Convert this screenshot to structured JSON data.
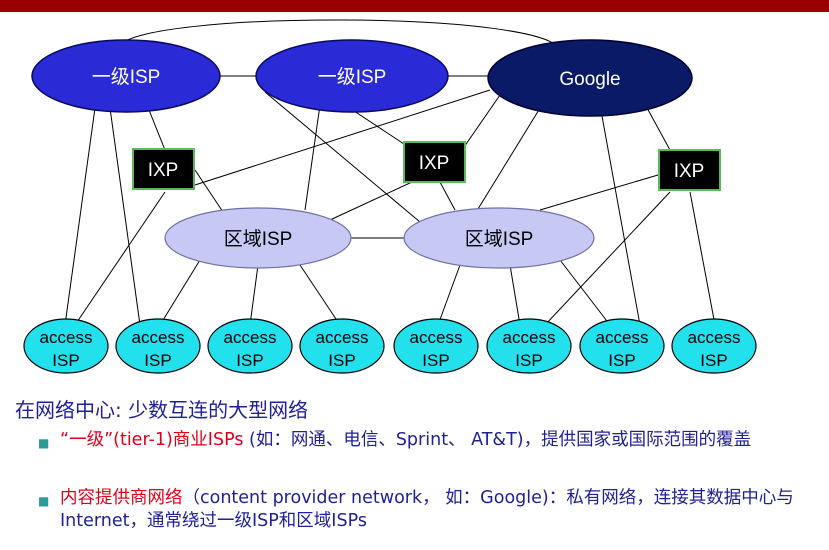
{
  "diagram": {
    "nodes": {
      "tier1_a": "一级ISP",
      "tier1_b": "一级ISP",
      "google": "Google",
      "ixp_1": "IXP",
      "ixp_2": "IXP",
      "ixp_3": "IXP",
      "regional_a": "区域ISP",
      "regional_b": "区域ISP",
      "access": [
        {
          "l1": "access",
          "l2": "ISP"
        },
        {
          "l1": "access",
          "l2": "ISP"
        },
        {
          "l1": "access",
          "l2": "ISP"
        },
        {
          "l1": "access",
          "l2": "ISP"
        },
        {
          "l1": "access",
          "l2": "ISP"
        },
        {
          "l1": "access",
          "l2": "ISP"
        },
        {
          "l1": "access",
          "l2": "ISP"
        },
        {
          "l1": "access",
          "l2": "ISP"
        }
      ]
    },
    "colors": {
      "tier1": "#2a2ad6",
      "google": "#0a1a66",
      "ixp": "#000000",
      "ixp_border": "#5cb85c",
      "regional": "#c8c8f4",
      "access": "#22e0ec",
      "header_bar": "#990000"
    }
  },
  "text": {
    "heading": "在网络中心: 少数互连的大型网络",
    "bullet1_red": "“一级”(tier-1)商业ISPs",
    "bullet1_rest": " (如：网通、电信、Sprint、 AT&T)，提供国家或国际范围的覆盖",
    "bullet2_red": "内容提供商网络",
    "bullet2_rest": "（content provider network， 如：Google)：私有网络，连接其数据中心与Internet，通常绕过一级ISP和区域ISPs"
  }
}
